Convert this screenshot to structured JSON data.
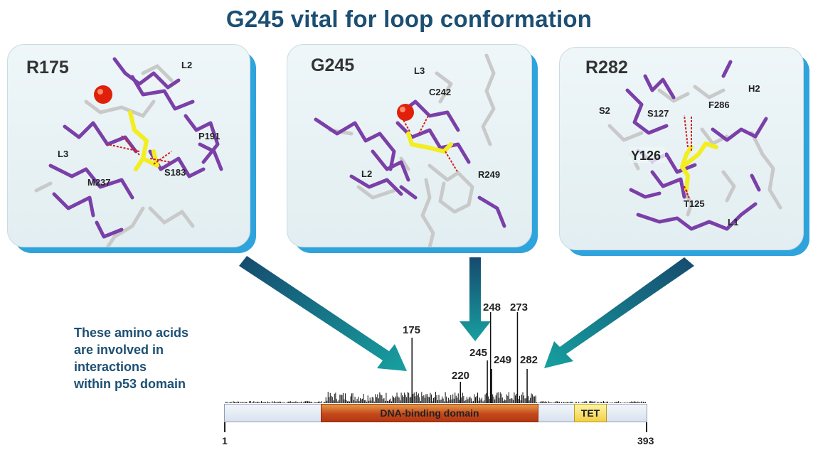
{
  "title": "G245 vital for loop conformation",
  "colors": {
    "title": "#1c4f73",
    "panel_accent": "#2fa3dc",
    "arrow_dark": "#164a6e",
    "arrow_light": "#17a0a0",
    "residue_purple": "#7b3fa8",
    "highlight_yellow": "#f2ee1f",
    "atom_red": "#e0200a"
  },
  "panels": [
    {
      "title": "R175",
      "labels": [
        "L2",
        "L3",
        "P191",
        "S183",
        "M237"
      ]
    },
    {
      "title": "G245",
      "labels": [
        "L3",
        "C242",
        "L2",
        "R249"
      ]
    },
    {
      "title": "R282",
      "labels": [
        "H2",
        "S2",
        "S127",
        "F286",
        "Y126",
        "T125",
        "L1"
      ]
    }
  ],
  "side_text": [
    "These amino acids",
    "are involved in",
    "interactions",
    "within p53 domain"
  ],
  "chart_data": {
    "type": "bar",
    "title": "",
    "xlabel": "",
    "ylabel": "",
    "xlim": [
      1,
      393
    ],
    "highlighted_peaks": [
      {
        "residue": 175,
        "label": "175"
      },
      {
        "residue": 220,
        "label": "220"
      },
      {
        "residue": 245,
        "label": "245"
      },
      {
        "residue": 248,
        "label": "248"
      },
      {
        "residue": 249,
        "label": "249"
      },
      {
        "residue": 273,
        "label": "273"
      },
      {
        "residue": 282,
        "label": "282"
      }
    ],
    "axis_ticks": [
      {
        "position": 1,
        "label": "1"
      },
      {
        "position": 393,
        "label": "393"
      }
    ],
    "domains": [
      {
        "name": "DNA-binding domain",
        "start": 94,
        "end": 292
      },
      {
        "name": "TET",
        "start": 325,
        "end": 356
      }
    ]
  }
}
